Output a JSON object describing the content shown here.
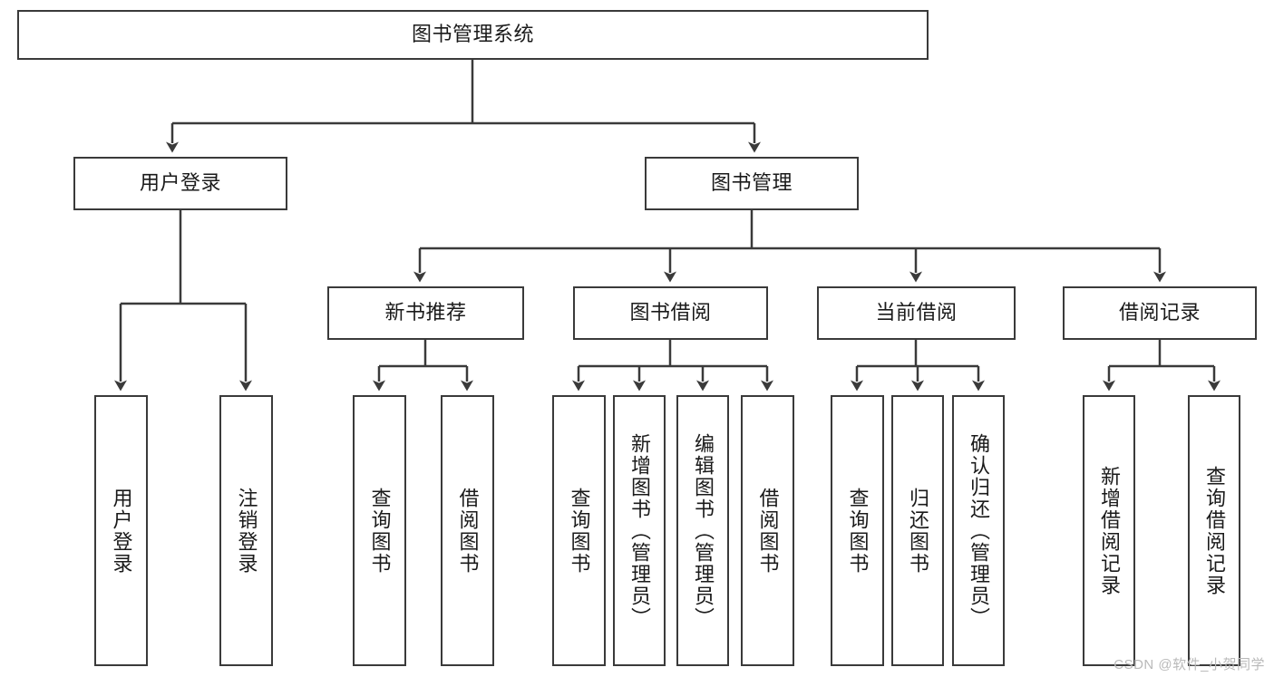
{
  "diagram": {
    "type": "tree-hierarchy-chart",
    "title": "图书管理系统",
    "root": {
      "label": "图书管理系统"
    },
    "level2": [
      {
        "id": "user-login",
        "label": "用户登录"
      },
      {
        "id": "book-management",
        "label": "图书管理"
      }
    ],
    "level3": [
      {
        "id": "new-book-recommend",
        "label": "新书推荐"
      },
      {
        "id": "book-borrow",
        "label": "图书借阅"
      },
      {
        "id": "current-borrow",
        "label": "当前借阅"
      },
      {
        "id": "borrow-record",
        "label": "借阅记录"
      }
    ],
    "leaves": [
      {
        "id": "leaf-user-login",
        "label": "用户登录",
        "parent": "user-login"
      },
      {
        "id": "leaf-logout-login",
        "label": "注销登录",
        "parent": "user-login"
      },
      {
        "id": "leaf-query-book-1",
        "label": "查询图书",
        "parent": "new-book-recommend"
      },
      {
        "id": "leaf-borrow-book-1",
        "label": "借阅图书",
        "parent": "new-book-recommend"
      },
      {
        "id": "leaf-query-book-2",
        "label": "查询图书",
        "parent": "book-borrow"
      },
      {
        "id": "leaf-add-book",
        "label": "新增图书（管理员）",
        "parent": "book-borrow"
      },
      {
        "id": "leaf-edit-book",
        "label": "编辑图书（管理员）",
        "parent": "book-borrow"
      },
      {
        "id": "leaf-borrow-book-2",
        "label": "借阅图书",
        "parent": "book-borrow"
      },
      {
        "id": "leaf-query-book-3",
        "label": "查询图书",
        "parent": "current-borrow"
      },
      {
        "id": "leaf-return-book",
        "label": "归还图书",
        "parent": "current-borrow"
      },
      {
        "id": "leaf-confirm-return",
        "label": "确认归还（管理员）",
        "parent": "current-borrow"
      },
      {
        "id": "leaf-add-record",
        "label": "新增借阅记录",
        "parent": "borrow-record"
      },
      {
        "id": "leaf-query-record",
        "label": "查询借阅记录",
        "parent": "borrow-record"
      }
    ],
    "watermark": "CSDN @软件_小贺同学",
    "colors": {
      "stroke": "#3a3a3a",
      "background": "#ffffff",
      "text": "#1a1a1a",
      "watermark": "#b9b9b9"
    }
  }
}
